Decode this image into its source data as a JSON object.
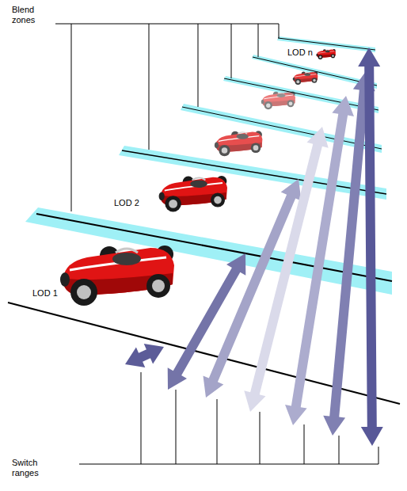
{
  "diagram": {
    "labels": [
      "Blend zones",
      "LOD n",
      "LOD 2",
      "LOD 1",
      "Switch ranges"
    ]
  }
}
